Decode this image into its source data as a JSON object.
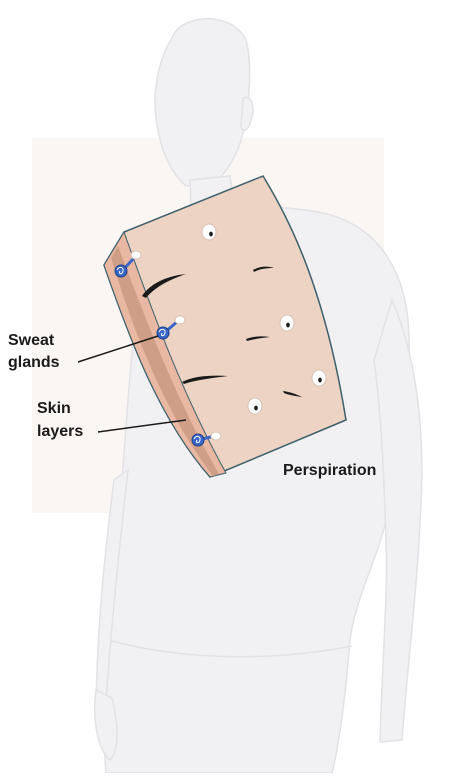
{
  "labels": {
    "sweat_glands": [
      "Sweat",
      "glands"
    ],
    "skin_layers": [
      "Skin",
      "layers"
    ],
    "perspiration": "Perspiration"
  },
  "colors": {
    "skin_surface": "#ecd3c3",
    "skin_layer_band": "#cf9e86",
    "skin_edge": "#e9b8a3",
    "outline": "#3d5f6b",
    "sweat_gland": "#3a67c7",
    "pore": "#ffffff",
    "body_silhouette": "#f1f1f3",
    "body_outline": "#e2e2e6",
    "background_panel": "#faf6f4",
    "text": "#1a1a1a"
  },
  "icons": [
    "body-silhouette",
    "skin-patch",
    "sweat-gland-icon",
    "pore-icon",
    "hair-icon"
  ]
}
